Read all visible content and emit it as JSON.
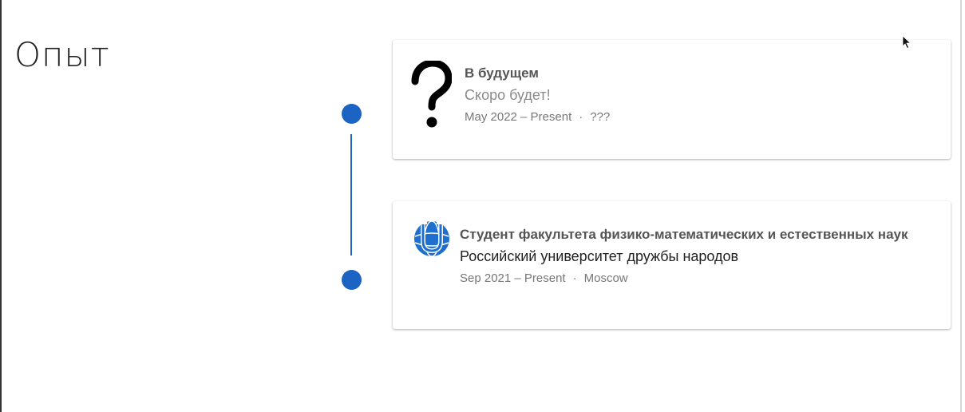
{
  "section": {
    "title": "Опыт"
  },
  "experience": [
    {
      "title": "В будущем",
      "company": "Скоро будет!",
      "dates": "May 2022 – Present",
      "separator": "·",
      "location": "???",
      "icon": "question-mark-icon"
    },
    {
      "title": "Студент факультета физико-математических и естественных наук",
      "company": "Российский университет дружбы народов",
      "dates": "Sep 2021 – Present",
      "separator": "·",
      "location": "Moscow",
      "icon": "university-logo-icon"
    }
  ],
  "colors": {
    "accent": "#1c64c4",
    "title_text": "#555555",
    "meta_text": "#777777"
  }
}
